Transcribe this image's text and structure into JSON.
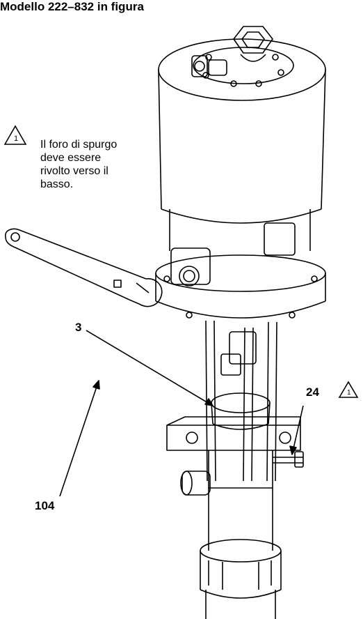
{
  "title": "Modello 222–832 in figura",
  "note": {
    "marker": "1",
    "lines": [
      "Il foro di spurgo",
      "deve essere",
      "rivolto verso il",
      "basso."
    ]
  },
  "callouts": {
    "part_3": "3",
    "part_24": "24",
    "part_24_marker": "1",
    "part_104": "104"
  },
  "icons": {
    "note_marker": "warning-triangle-icon",
    "part_marker": "warning-triangle-icon"
  }
}
